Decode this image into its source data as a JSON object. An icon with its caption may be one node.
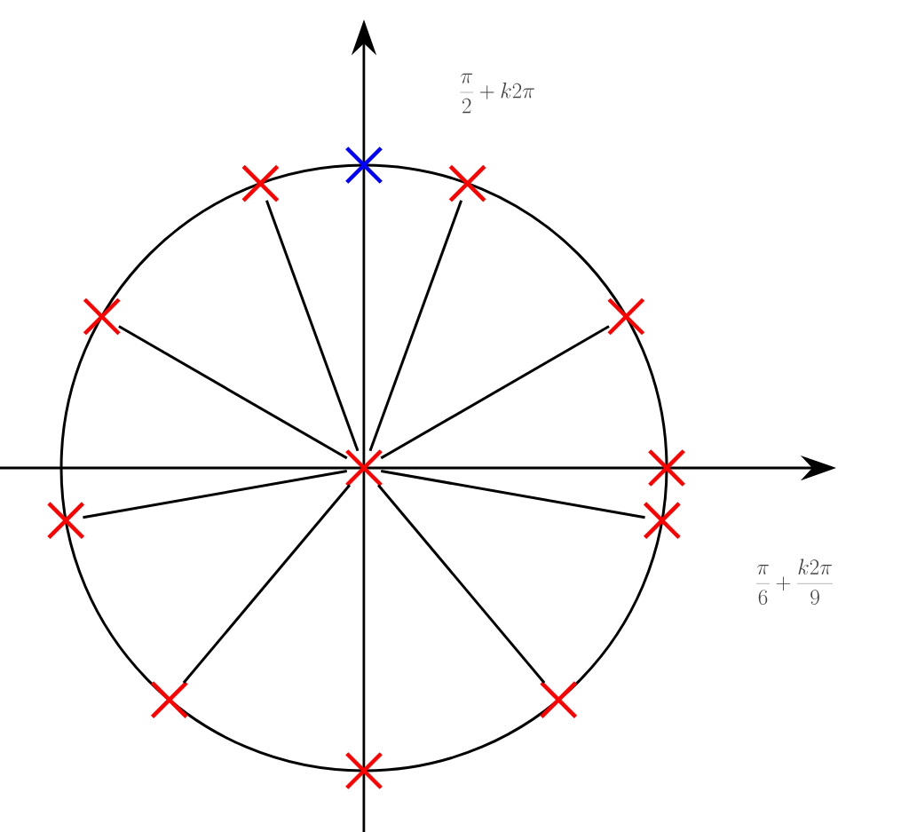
{
  "diagram": {
    "nodes": [
      {
        "text": [],
        "shape": "cross"
      },
      {
        "text": [],
        "shape": "cross"
      },
      {
        "text": [],
        "shape": "cross"
      },
      {
        "text": [],
        "shape": "cross"
      },
      {
        "text": [],
        "shape": "cross"
      },
      {
        "text": [],
        "shape": "cross"
      },
      {
        "text": [],
        "shape": "cross"
      },
      {
        "text": [],
        "shape": "cross"
      },
      {
        "text": [],
        "shape": "cross"
      },
      {
        "text": [],
        "shape": "cross"
      },
      {
        "text": [],
        "shape": "cross"
      },
      {
        "text": [],
        "shape": "cross"
      }
    ],
    "edges": [
      {
        "from": 5,
        "to": 1,
        "arrow": "none"
      },
      {
        "from": 5,
        "to": 2,
        "arrow": "none"
      },
      {
        "from": 5,
        "to": 3,
        "arrow": "none"
      },
      {
        "from": 5,
        "to": 4,
        "arrow": "none"
      },
      {
        "from": 5,
        "to": 7,
        "arrow": "none"
      },
      {
        "from": 5,
        "to": 8,
        "arrow": "none"
      },
      {
        "from": 5,
        "to": 9,
        "arrow": "none"
      },
      {
        "from": 5,
        "to": 10,
        "arrow": "none"
      }
    ],
    "labels": [
      "\\frac{\\pi}{2}+k2\\pi",
      "\\frac{\\pi}{6}+\\frac{k2\\pi}{9}"
    ]
  }
}
